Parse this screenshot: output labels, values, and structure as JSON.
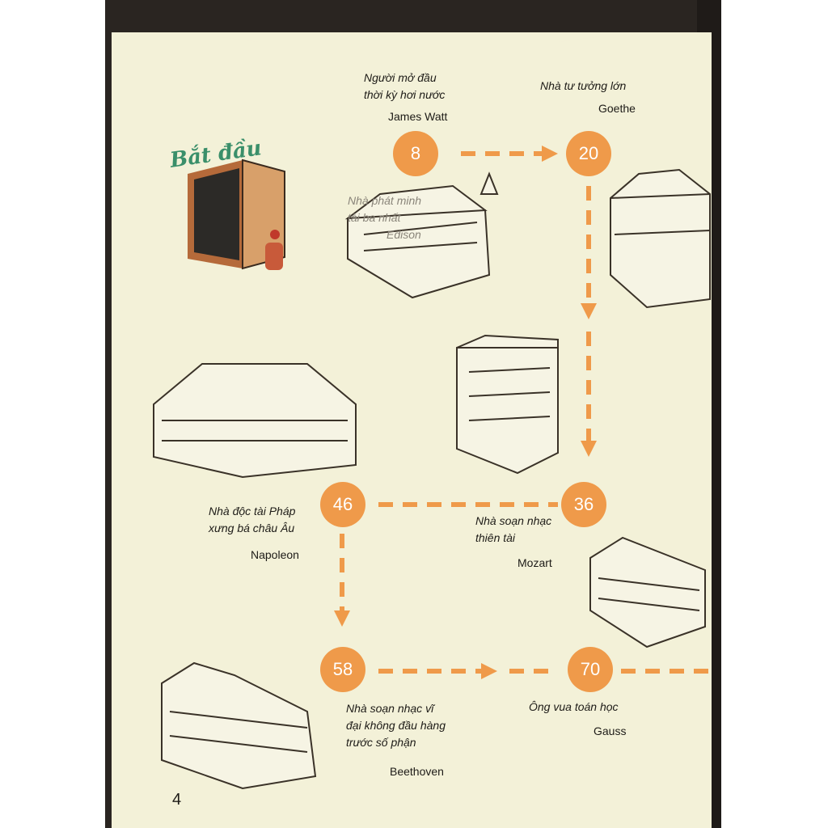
{
  "start": {
    "label": "Bắt đầu"
  },
  "page_number": "4",
  "stops": [
    {
      "number": "8",
      "desc": [
        "Người mở đầu",
        "thời kỳ hơi nước"
      ],
      "name": "James Watt"
    },
    {
      "number": "20",
      "desc": [
        "Nhà tư tưởng lớn"
      ],
      "name": "Goethe"
    },
    {
      "number": "36",
      "desc": [
        "Nhà soạn nhạc",
        "thiên tài"
      ],
      "name": "Mozart"
    },
    {
      "number": "46",
      "desc": [
        "Nhà độc tài Pháp",
        "xưng bá châu Âu"
      ],
      "name": "Napoleon"
    },
    {
      "number": "58",
      "desc": [
        "Nhà soạn nhạc vĩ",
        "đại không đầu hàng",
        "trước số phận"
      ],
      "name": "Beethoven"
    },
    {
      "number": "70",
      "desc": [
        "Ông vua toán học"
      ],
      "name": "Gauss"
    }
  ],
  "faded_label": {
    "lines": [
      "Nhà phát minh",
      "tài ba nhất"
    ],
    "name": "Edison"
  },
  "colors": {
    "accent": "#ef9a4a",
    "paper": "#f3f1d8",
    "frame": "#2a2521",
    "start": "#3a8f6a"
  }
}
